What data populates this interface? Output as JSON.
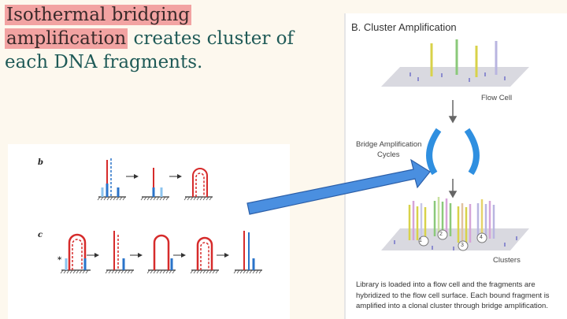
{
  "slide": {
    "title_hl1": "Isothermal bridging",
    "title_hl2": "amplification",
    "title_rest1": " creates cluster of",
    "title_rest2": "each DNA fragments."
  },
  "right_figure": {
    "heading": "B. Cluster Amplification",
    "flow_cell": "Flow Cell",
    "bridge_line1": "Bridge Amplification",
    "bridge_line2": "Cycles",
    "clusters": "Clusters",
    "cluster_numbers": [
      "1",
      "2",
      "3",
      "4"
    ],
    "caption": "Library is loaded into a flow cell and the fragments are hybridized to the flow cell surface. Each bound fragment is amplified into a clonal cluster through bridge amplification."
  },
  "left_figure": {
    "label_b": "b",
    "label_c": "c",
    "asterisk": "*"
  },
  "colors": {
    "background": "#fdf8ee",
    "highlight": "#f2a3a2",
    "title_text": "#1f5a57",
    "arrow": "#4a8fe0",
    "dna_red": "#d62b2b",
    "dna_blue": "#2a73c9",
    "cycle_blue": "#2f8fe0"
  }
}
